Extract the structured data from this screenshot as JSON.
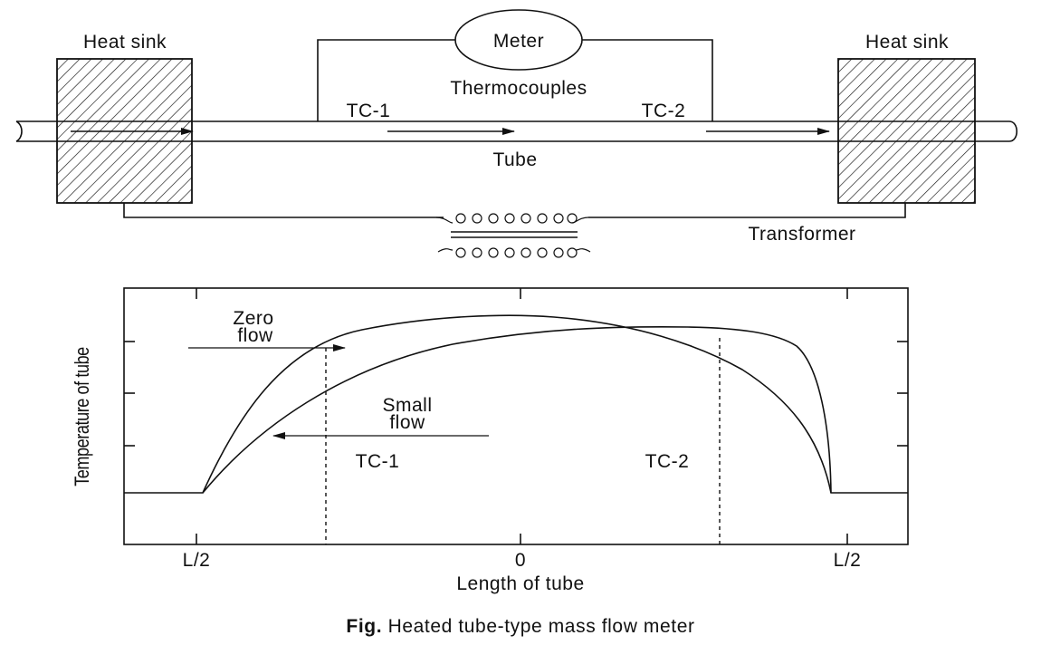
{
  "diagram": {
    "labels": {
      "heat_sink_left": "Heat sink",
      "heat_sink_right": "Heat sink",
      "meter": "Meter",
      "thermocouples": "Thermocouples",
      "tc1": "TC-1",
      "tc2": "TC-2",
      "tube": "Tube",
      "transformer": "Transformer"
    }
  },
  "plot": {
    "ylabel": "Temperature of tube",
    "xlabel": "Length of tube",
    "xticks": [
      "L/2",
      "0",
      "L/2"
    ],
    "annotations": {
      "zero_flow_1": "Zero",
      "zero_flow_2": "flow",
      "small_flow_1": "Small",
      "small_flow_2": "flow",
      "tc1": "TC-1",
      "tc2": "TC-2"
    }
  },
  "caption": {
    "prefix": "Fig.",
    "text": " Heated tube-type mass flow meter"
  }
}
